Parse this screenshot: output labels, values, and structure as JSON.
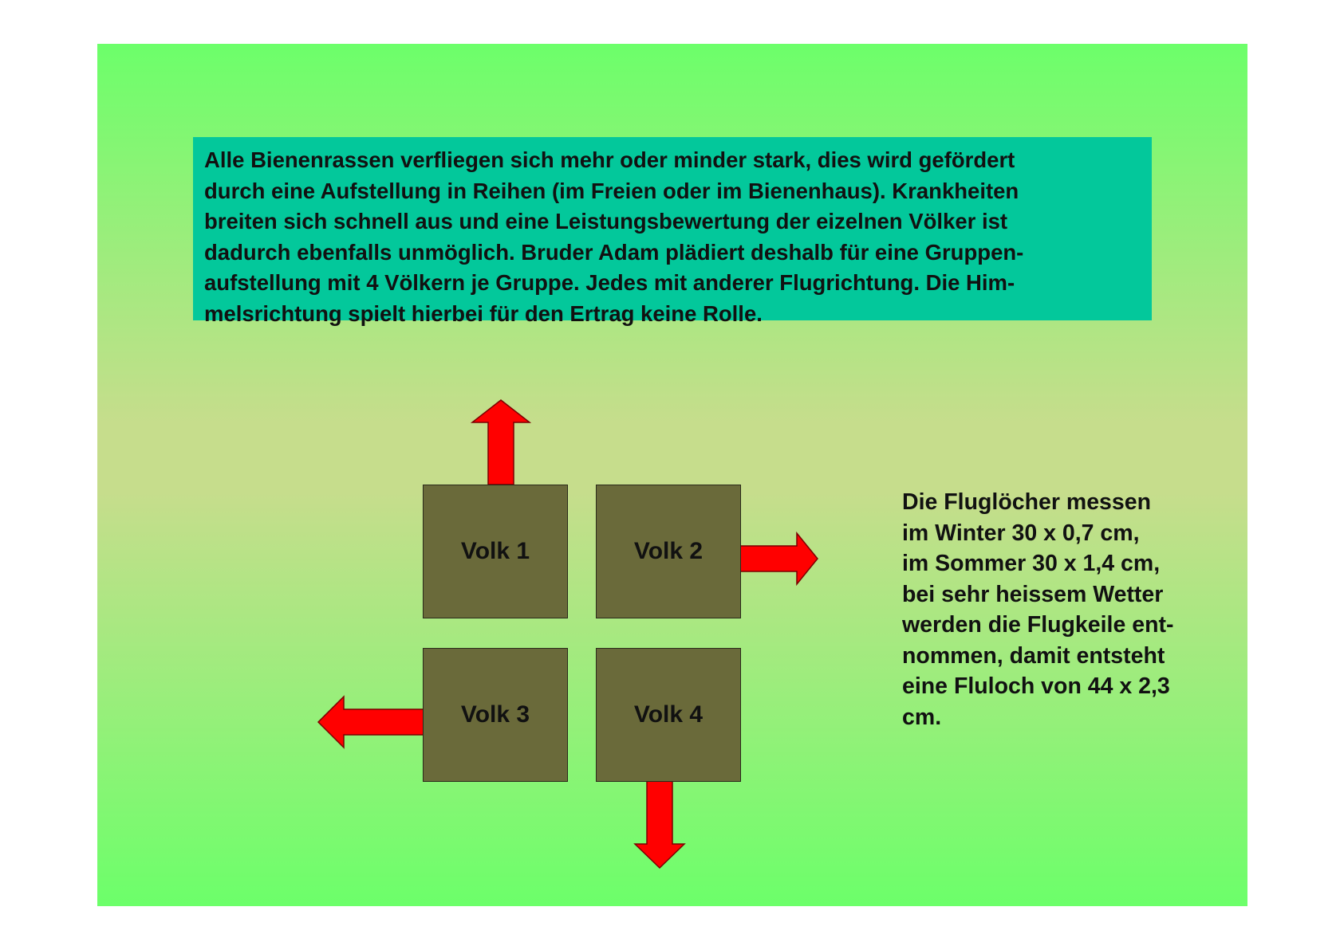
{
  "intro_text": "Alle Bienenrassen verfliegen sich mehr oder minder stark, dies wird gefördert\ndurch eine Aufstellung in Reihen (im Freien oder im Bienenhaus). Krankheiten\nbreiten sich schnell aus und eine Leistungsbewertung der eizelnen Völker ist\ndadurch ebenfalls unmöglich. Bruder Adam plädiert deshalb für eine Gruppen-\naufstellung mit 4 Völkern je Gruppe. Jedes mit anderer Flugrichtung. Die Him-\nmelsrichtung spielt hierbei für den Ertrag keine Rolle.",
  "colonies": [
    {
      "label": "Volk 1",
      "flight_direction": "up"
    },
    {
      "label": "Volk 2",
      "flight_direction": "right"
    },
    {
      "label": "Volk 3",
      "flight_direction": "left"
    },
    {
      "label": "Volk 4",
      "flight_direction": "down"
    }
  ],
  "side_text": "Die Fluglöcher messen\nim Winter 30 x 0,7 cm,\nim Sommer 30 x 1,4 cm,\nbei sehr heissem Wetter\nwerden die Flugkeile ent-\nnommen, damit entsteht\neine Fluloch von 44 x 2,3\ncm.",
  "colors": {
    "background_green": "#6cff6a",
    "background_mid": "#c6dd8c",
    "intro_box": "#03c89b",
    "hive_box": "#6a6a3a",
    "arrow": "#ff0000"
  }
}
